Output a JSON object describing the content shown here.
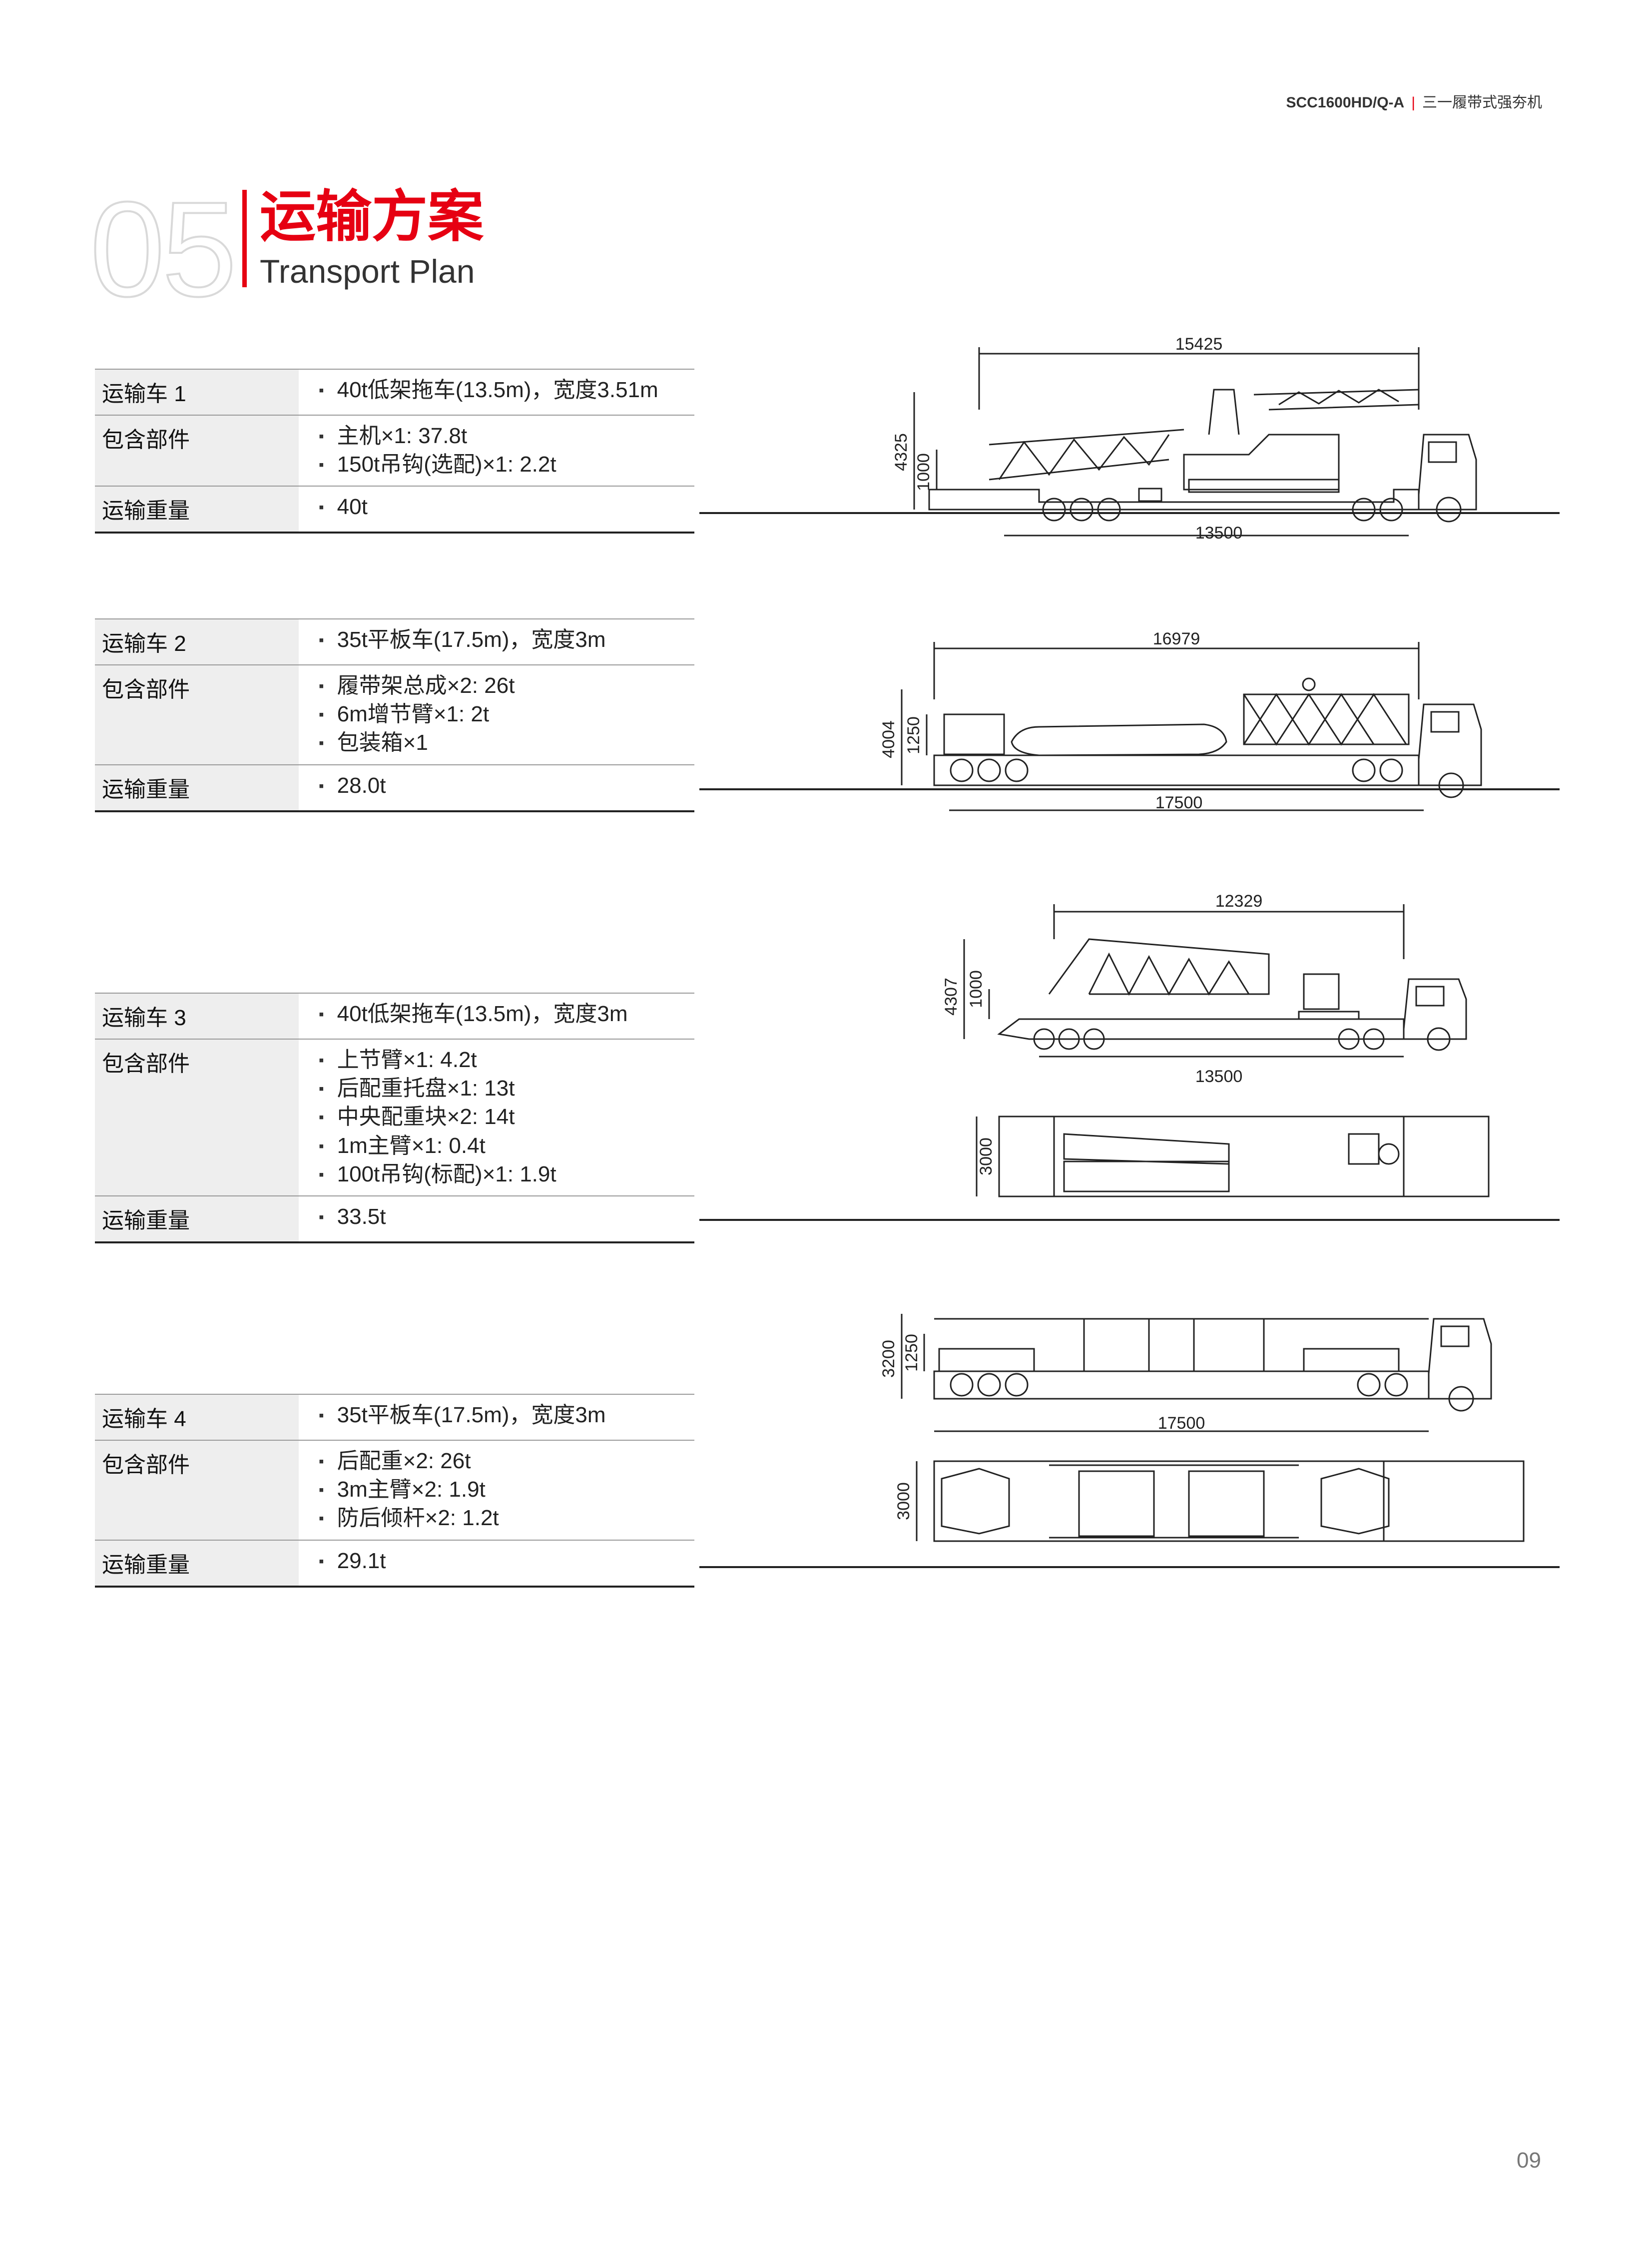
{
  "header": {
    "model": "SCC1600HD/Q-A",
    "product": "三一履带式强夯机"
  },
  "section": {
    "number": "05",
    "title_cn": "运输方案",
    "title_en": "Transport Plan"
  },
  "page_number": "09",
  "colors": {
    "accent": "#e60012",
    "line": "#222222",
    "label_bg": "#eeeeee"
  },
  "trucks": [
    {
      "label": "运输车 1",
      "vehicle": "40t低架拖车(13.5m)，宽度3.51m",
      "parts_label": "包含部件",
      "parts": [
        "主机×1: 37.8t",
        "150t吊钩(选配)×1: 2.2t"
      ],
      "weight_label": "运输重量",
      "weight": "40t",
      "dims": {
        "overall_length": "15425",
        "trailer_length": "13500",
        "total_height": "4325",
        "deck_height": "1000"
      }
    },
    {
      "label": "运输车 2",
      "vehicle": "35t平板车(17.5m)，宽度3m",
      "parts_label": "包含部件",
      "parts": [
        "履带架总成×2: 26t",
        "6m增节臂×1: 2t",
        "包装箱×1"
      ],
      "weight_label": "运输重量",
      "weight": "28.0t",
      "dims": {
        "overall_length": "16979",
        "trailer_length": "17500",
        "total_height": "4004",
        "deck_height": "1250"
      }
    },
    {
      "label": "运输车 3",
      "vehicle": "40t低架拖车(13.5m)，宽度3m",
      "parts_label": "包含部件",
      "parts": [
        "上节臂×1: 4.2t",
        "后配重托盘×1: 13t",
        "中央配重块×2: 14t",
        "1m主臂×1: 0.4t",
        "100t吊钩(标配)×1: 1.9t"
      ],
      "weight_label": "运输重量",
      "weight": "33.5t",
      "dims": {
        "overall_length": "12329",
        "trailer_length": "13500",
        "total_height": "4307",
        "deck_height": "1000",
        "width": "3000"
      }
    },
    {
      "label": "运输车 4",
      "vehicle": "35t平板车(17.5m)，宽度3m",
      "parts_label": "包含部件",
      "parts": [
        "后配重×2: 26t",
        "3m主臂×2: 1.9t",
        "防后倾杆×2: 1.2t"
      ],
      "weight_label": "运输重量",
      "weight": "29.1t",
      "dims": {
        "trailer_length": "17500",
        "total_height": "3200",
        "deck_height": "1250",
        "width": "3000"
      }
    }
  ]
}
